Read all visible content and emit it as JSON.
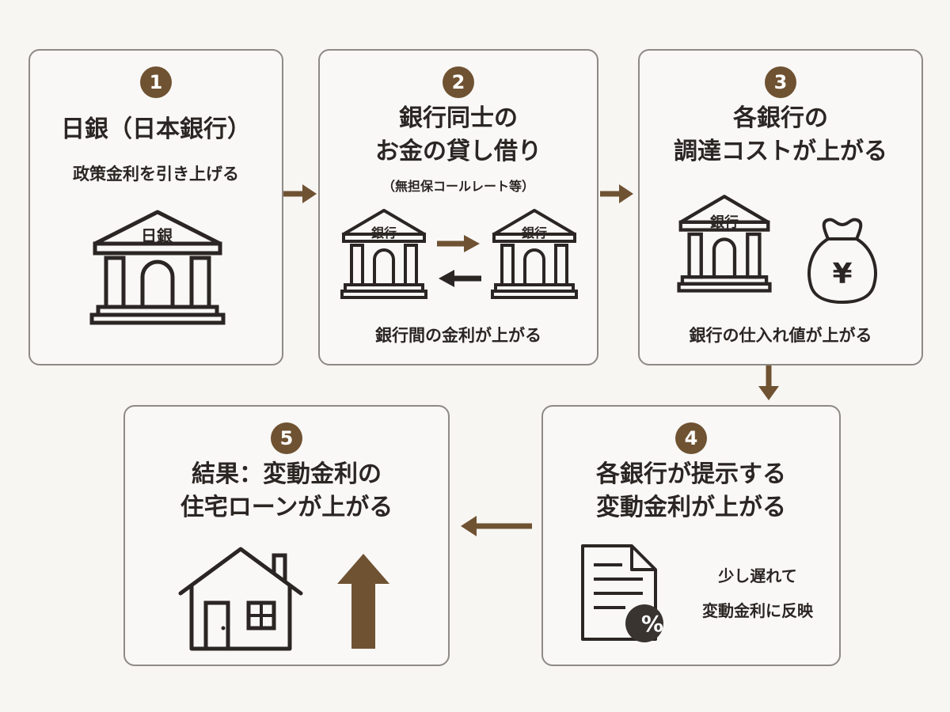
{
  "step1": {
    "number": "1",
    "title": "日銀（日本銀行）",
    "subtitle": "政策金利を引き上げる",
    "building_label": "日銀"
  },
  "step2": {
    "number": "2",
    "title_line1": "銀行同士の",
    "title_line2": "お金の貸し借り",
    "note": "（無担保コールレート等）",
    "bank_left_label": "銀行",
    "bank_right_label": "銀行",
    "caption": "銀行間の金利が上がる"
  },
  "step3": {
    "number": "3",
    "title_line1": "各銀行の",
    "title_line2": "調達コストが上がる",
    "bank_label": "銀行",
    "money_symbol": "¥",
    "caption": "銀行の仕入れ値が上がる"
  },
  "step4": {
    "number": "4",
    "title_line1": "各銀行が提示する",
    "title_line2": "変動金利が上がる",
    "doc_symbol": "%",
    "note_line1": "少し遅れて",
    "note_line2": "変動金利に反映"
  },
  "step5": {
    "number": "5",
    "title_line1": "結果：変動金利の",
    "title_line2": "住宅ローンが上がる"
  },
  "colors": {
    "accent": "#6f5232",
    "ink": "#2b2623",
    "border": "#8e8a86",
    "background": "#f7f6f3"
  },
  "icons": [
    "bank-building-icon",
    "arrow-right-icon",
    "arrow-left-icon",
    "money-bag-icon",
    "document-percent-icon",
    "house-icon",
    "arrow-up-icon",
    "arrow-down-icon"
  ]
}
